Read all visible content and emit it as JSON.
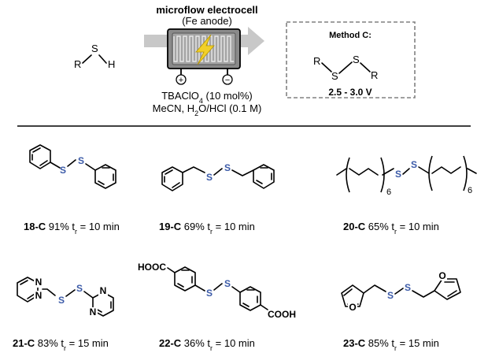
{
  "reaction": {
    "reactant_r": "R",
    "reactant_s": "S",
    "reactant_h": "H",
    "cell_title": "microflow electrocell",
    "cell_anode": "(Fe anode)",
    "plus_sign": "+",
    "minus_sign": "−",
    "cond_tba_main": "TBAClO",
    "cond_tba_sub": "4",
    "cond_tba_rest": " (10 mol%)",
    "cond_solvent_main": "MeCN, H",
    "cond_solvent_sub": "2",
    "cond_solvent_rest": "O/HCl (0.1 M)",
    "method_title": "Method C:",
    "product_r1": "R",
    "product_s1": "S",
    "product_s2": "S",
    "product_r2": "R",
    "voltage": "2.5 - 3.0 V"
  },
  "compounds": [
    {
      "id": "18-C",
      "yield": " 91%  t",
      "sub": "r",
      "time": " = 10 min"
    },
    {
      "id": "19-C",
      "yield": " 69%  t",
      "sub": "r",
      "time": " = 10 min"
    },
    {
      "id": "20-C",
      "yield": " 65%  t",
      "sub": "r",
      "time": " = 10 min"
    },
    {
      "id": "21-C",
      "yield": " 83%  t",
      "sub": "r",
      "time": " = 15 min"
    },
    {
      "id": "22-C",
      "yield": " 36% t",
      "sub": "r",
      "time": " = 10 min"
    },
    {
      "id": "23-C",
      "yield": " 85%  t",
      "sub": "r",
      "time": " = 15 min"
    }
  ],
  "atoms": {
    "sulfur": "S",
    "nitrogen": "N",
    "oxygen": "O",
    "cooh_top": "HOOC",
    "cooh_bottom": "COOH",
    "chain_repeat": "6"
  },
  "colors": {
    "sulfur": "#3b5aa8",
    "arrow": "#c8c8c8",
    "cell_fill": "#8a8a8a",
    "bolt": "#f2d028",
    "method_border": "#808080"
  }
}
